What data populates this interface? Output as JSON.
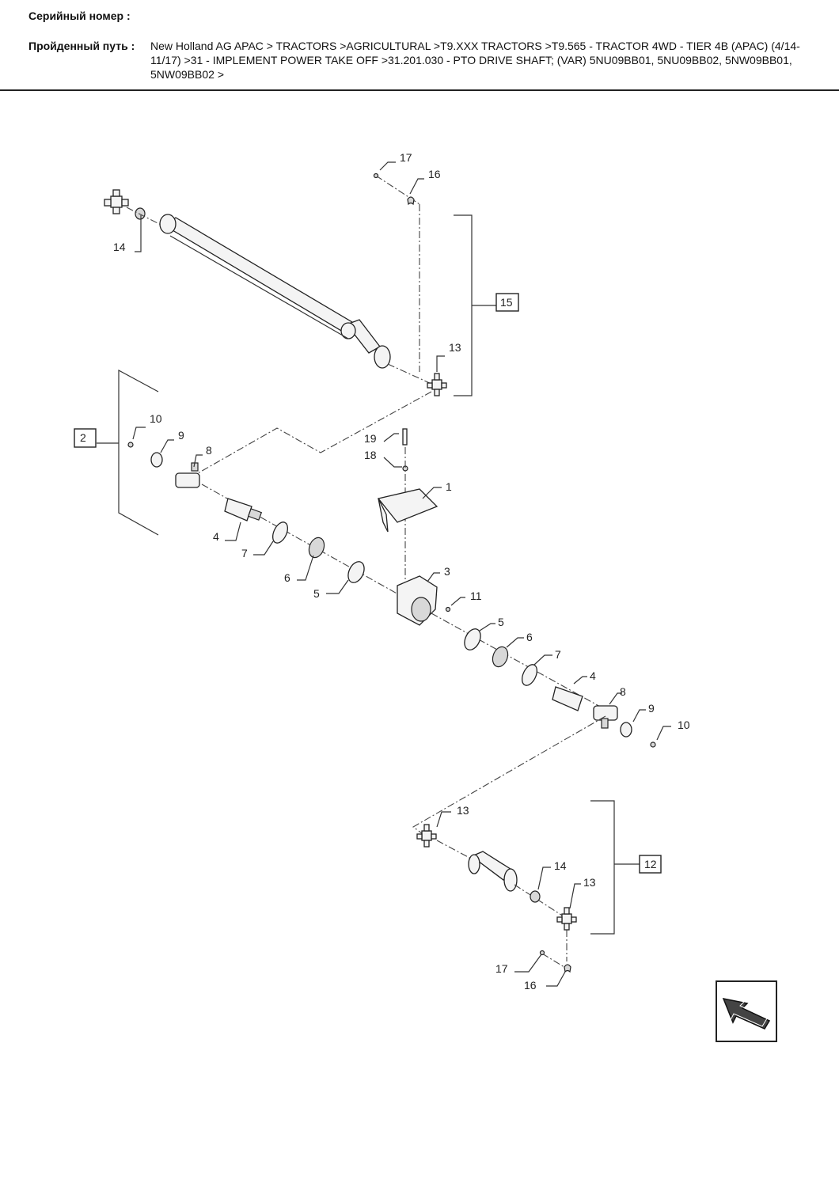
{
  "header": {
    "serial_label": "Серийный номер :",
    "path_label": "Пройденный путь :",
    "path_value": "New Holland AG APAC > TRACTORS >AGRICULTURAL >T9.XXX TRACTORS >T9.565 - TRACTOR 4WD - TIER 4B (APAC) (4/14-11/17) >31 - IMPLEMENT POWER TAKE OFF >31.201.030 - PTO DRIVE SHAFT; (VAR) 5NU09BB01, 5NU09BB02, 5NW09BB01, 5NW09BB02 >"
  },
  "callouts": {
    "c17a": "17",
    "c16a": "16",
    "c14a": "14",
    "c15": "15",
    "c13a": "13",
    "c2": "2",
    "c10a": "10",
    "c9a": "9",
    "c8a": "8",
    "c19": "19",
    "c18": "18",
    "c1": "1",
    "c4a": "4",
    "c7a": "7",
    "c6a": "6",
    "c5a": "5",
    "c3": "3",
    "c11": "11",
    "c5b": "5",
    "c6b": "6",
    "c7b": "7",
    "c4b": "4",
    "c8b": "8",
    "c9b": "9",
    "c10b": "10",
    "c13b": "13",
    "c12": "12",
    "c14b": "14",
    "c13c": "13",
    "c17b": "17",
    "c16b": "16"
  },
  "icons": {
    "nav": "previous-page-arrow-icon"
  }
}
